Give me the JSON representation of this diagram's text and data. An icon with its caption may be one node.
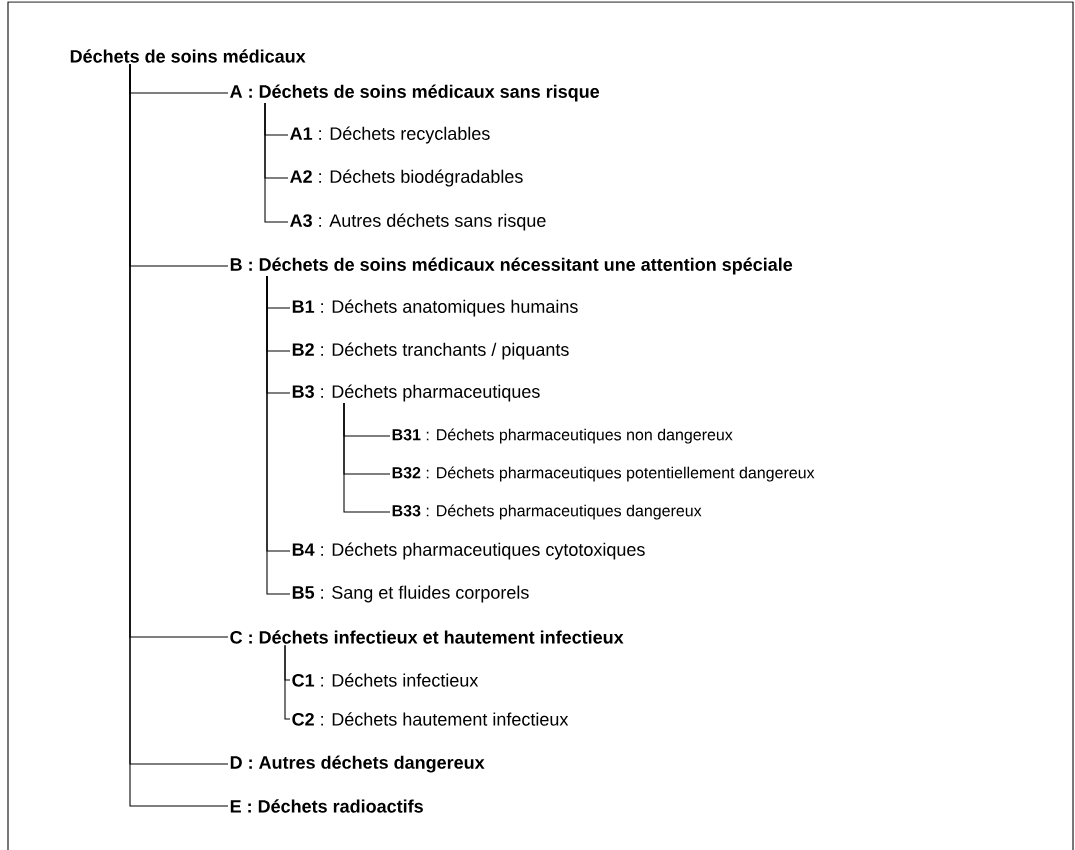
{
  "diagram": {
    "nodes": [
      {
        "text": [
          "Déchets de soins médicaux"
        ]
      },
      {
        "text": [
          "A : Déchets de soins médicaux sans risque"
        ]
      },
      {
        "text": [
          "**A1** : Déchets recyclables"
        ]
      },
      {
        "text": [
          "**A2** : Déchets biodégradables"
        ]
      },
      {
        "text": [
          "**A3** : Autres déchets sans risque"
        ]
      },
      {
        "text": [
          "B : Déchets de soins médicaux nécessitant une attention spéciale"
        ]
      },
      {
        "text": [
          "**B1** : Déchets anatomiques humains"
        ]
      },
      {
        "text": [
          "**B2** : Déchets tranchants / piquants"
        ]
      },
      {
        "text": [
          "**B3** : Déchets pharmaceutiques"
        ]
      },
      {
        "text": [
          "**B31** : Déchets pharmaceutiques non dangereux"
        ]
      },
      {
        "text": [
          "**B32** : Déchets pharmaceutiques potentiellement dangereux"
        ]
      },
      {
        "text": [
          "**B33** : Déchets pharmaceutiques dangereux"
        ]
      },
      {
        "text": [
          "**B4** : Déchets pharmaceutiques cytotoxiques"
        ]
      },
      {
        "text": [
          "**B5** : Sang et fluides corporels"
        ]
      },
      {
        "text": [
          "C : Déchets infectieux et hautement infectieux"
        ]
      },
      {
        "text": [
          "**C1** : Déchets infectieux"
        ]
      },
      {
        "text": [
          "**C2** : Déchets hautement infectieux"
        ]
      },
      {
        "text": [
          "D : Autres déchets dangereux"
        ]
      },
      {
        "text": [
          "E : Déchets radioactifs"
        ]
      }
    ],
    "edges": [
      {
        "from": 0,
        "to": 1,
        "arrow": "none"
      },
      {
        "from": 1,
        "to": 2,
        "arrow": "none"
      },
      {
        "from": 1,
        "to": 3,
        "arrow": "none"
      },
      {
        "from": 1,
        "to": 4,
        "arrow": "none"
      },
      {
        "from": 0,
        "to": 5,
        "arrow": "none"
      },
      {
        "from": 5,
        "to": 6,
        "arrow": "none"
      },
      {
        "from": 5,
        "to": 7,
        "arrow": "none"
      },
      {
        "from": 5,
        "to": 8,
        "arrow": "none"
      },
      {
        "from": 8,
        "to": 9,
        "arrow": "none"
      },
      {
        "from": 8,
        "to": 10,
        "arrow": "none"
      },
      {
        "from": 8,
        "to": 11,
        "arrow": "none"
      },
      {
        "from": 5,
        "to": 12,
        "arrow": "none"
      },
      {
        "from": 5,
        "to": 13,
        "arrow": "none"
      },
      {
        "from": 0,
        "to": 14,
        "arrow": "none"
      },
      {
        "from": 14,
        "to": 15,
        "arrow": "none"
      },
      {
        "from": 14,
        "to": 16,
        "arrow": "none"
      },
      {
        "from": 0,
        "to": 17,
        "arrow": "none"
      },
      {
        "from": 0,
        "to": 18,
        "arrow": "none"
      }
    ]
  }
}
